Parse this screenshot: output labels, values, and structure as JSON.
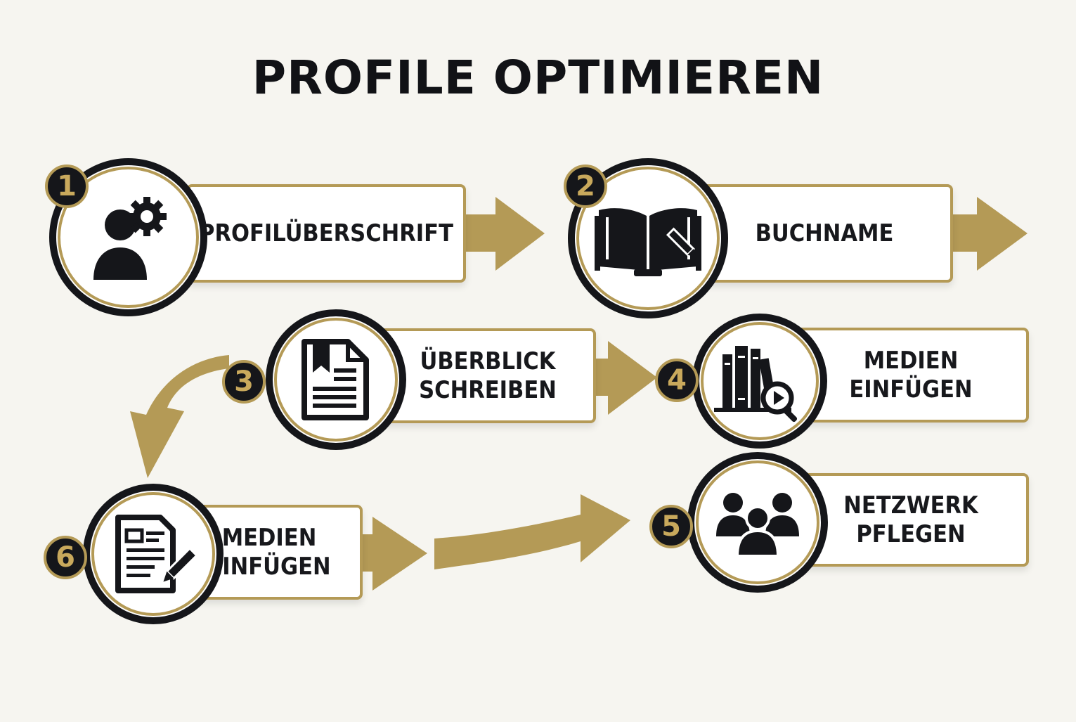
{
  "title": "PROFILE OPTIMIEREN",
  "colors": {
    "gold": "#b49a56",
    "dark": "#15161a",
    "background": "#f6f5f0"
  },
  "steps": [
    {
      "number": "1",
      "lines": [
        "PROFILÜBERSCHRIFT"
      ],
      "icon": "user-gear-icon"
    },
    {
      "number": "2",
      "lines": [
        "BUCHNAME"
      ],
      "icon": "open-book-pen-icon"
    },
    {
      "number": "3",
      "lines": [
        "ÜBERBLICK",
        "SCHREIBEN"
      ],
      "icon": "document-bookmark-icon"
    },
    {
      "number": "4",
      "lines": [
        "MEDIEN",
        "EINFÜGEN"
      ],
      "icon": "books-search-icon"
    },
    {
      "number": "5",
      "lines": [
        "NETZWERK",
        "PFLEGEN"
      ],
      "icon": "group-people-icon"
    },
    {
      "number": "6",
      "lines": [
        "MEDIEN",
        "EINFÜGEN"
      ],
      "icon": "form-edit-icon"
    }
  ]
}
